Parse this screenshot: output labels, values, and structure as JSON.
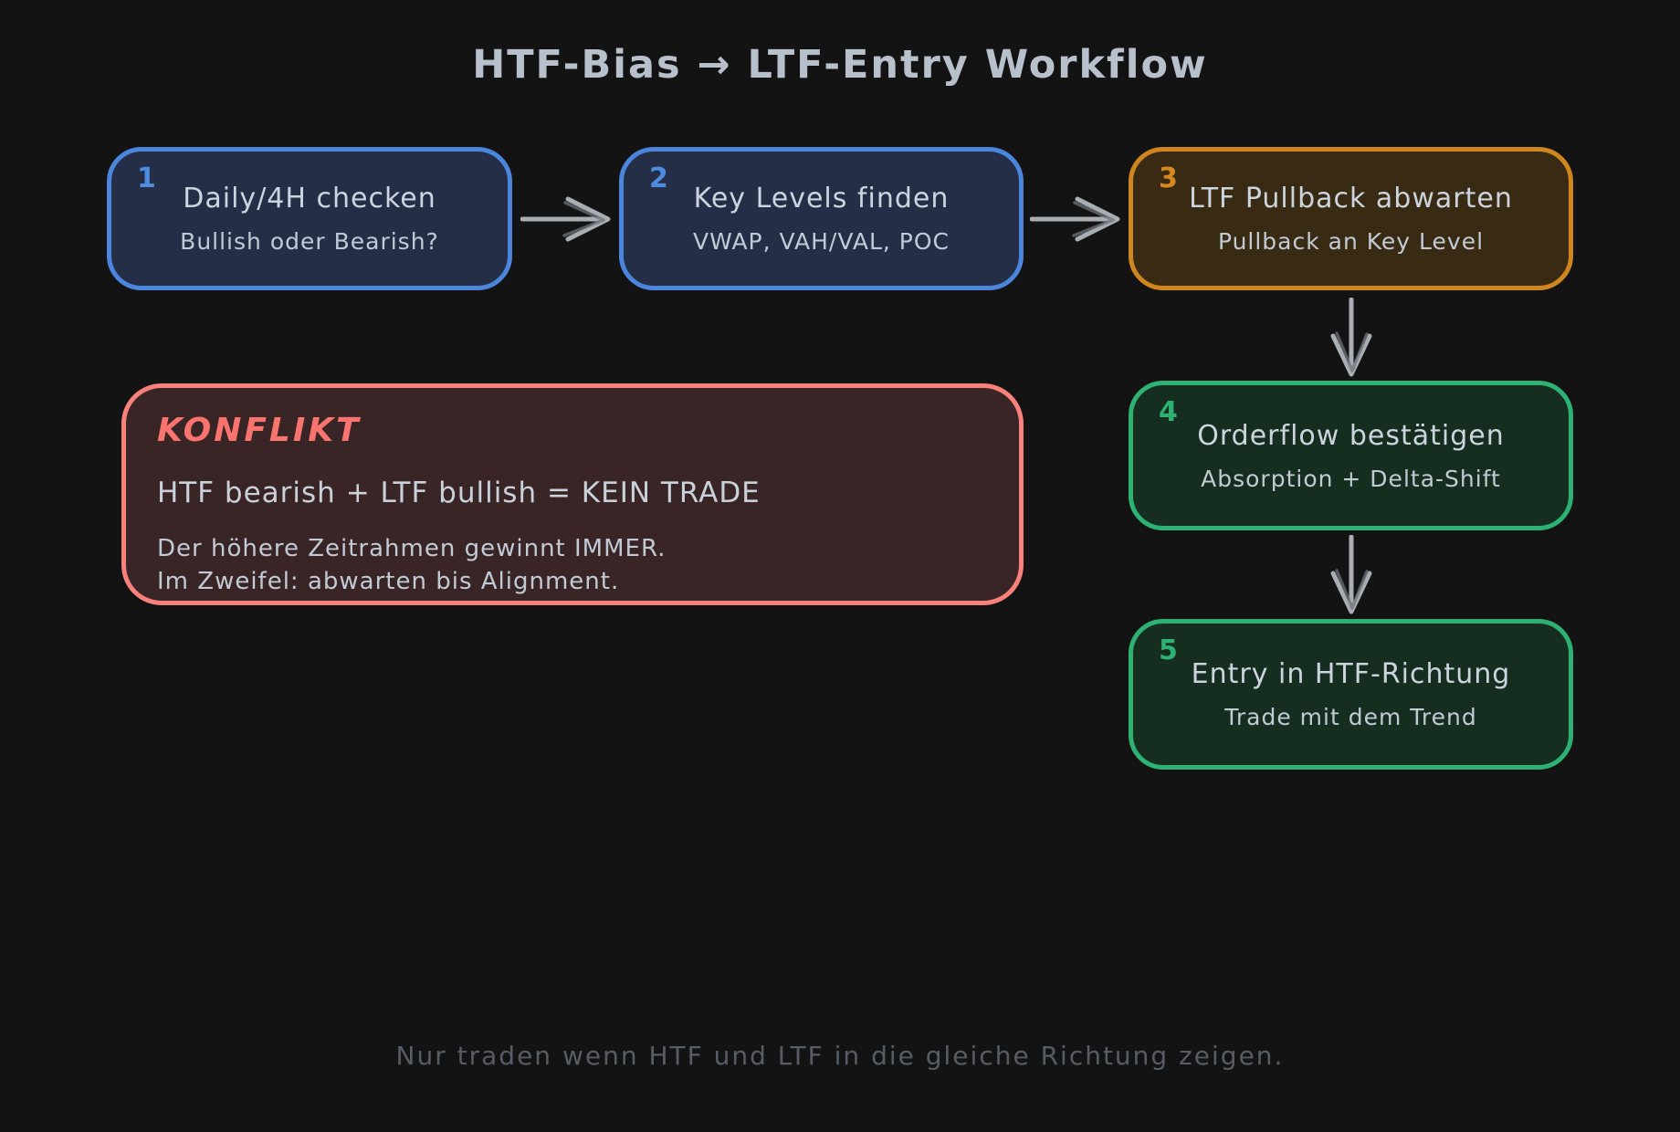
{
  "title": "HTF-Bias → LTF-Entry Workflow",
  "steps": [
    {
      "number": "1",
      "title": "Daily/4H checken",
      "subtitle": "Bullish oder Bearish?",
      "accent_color": "#4f8ce0",
      "border_color": "#4c86dc",
      "fill_color": "#242f47"
    },
    {
      "number": "2",
      "title": "Key Levels finden",
      "subtitle": "VWAP, VAH/VAL, POC",
      "accent_color": "#4f8ce0",
      "border_color": "#4c86dc",
      "fill_color": "#242f47"
    },
    {
      "number": "3",
      "title": "LTF Pullback abwarten",
      "subtitle": "Pullback an Key Level",
      "accent_color": "#d8891d",
      "border_color": "#d0861e",
      "fill_color": "#392b13"
    },
    {
      "number": "4",
      "title": "Orderflow bestätigen",
      "subtitle": "Absorption + Delta-Shift",
      "accent_color": "#2db273",
      "border_color": "#2db273",
      "fill_color": "#152e20"
    },
    {
      "number": "5",
      "title": "Entry in HTF-Richtung",
      "subtitle": "Trade mit dem Trend",
      "accent_color": "#2db273",
      "border_color": "#2db273",
      "fill_color": "#152e20"
    }
  ],
  "conflict": {
    "title": "KONFLIKT",
    "rule": "HTF bearish + LTF bullish = KEIN TRADE",
    "note_line1": "Der höhere Zeitrahmen gewinnt IMMER.",
    "note_line2": "Im Zweifel: abwarten bis Alignment.",
    "accent_color": "#fa746f",
    "border_color": "#f8827b",
    "fill_color": "#3a2526"
  },
  "footer": {
    "note": "Nur traden wenn HTF und LTF in die gleiche Richtung zeigen."
  },
  "colors": {
    "background": "#131313",
    "title_text": "#b7c0cb",
    "body_text": "#ccd4de",
    "muted_text": "#575d64",
    "arrow": "#a9aeb5"
  }
}
